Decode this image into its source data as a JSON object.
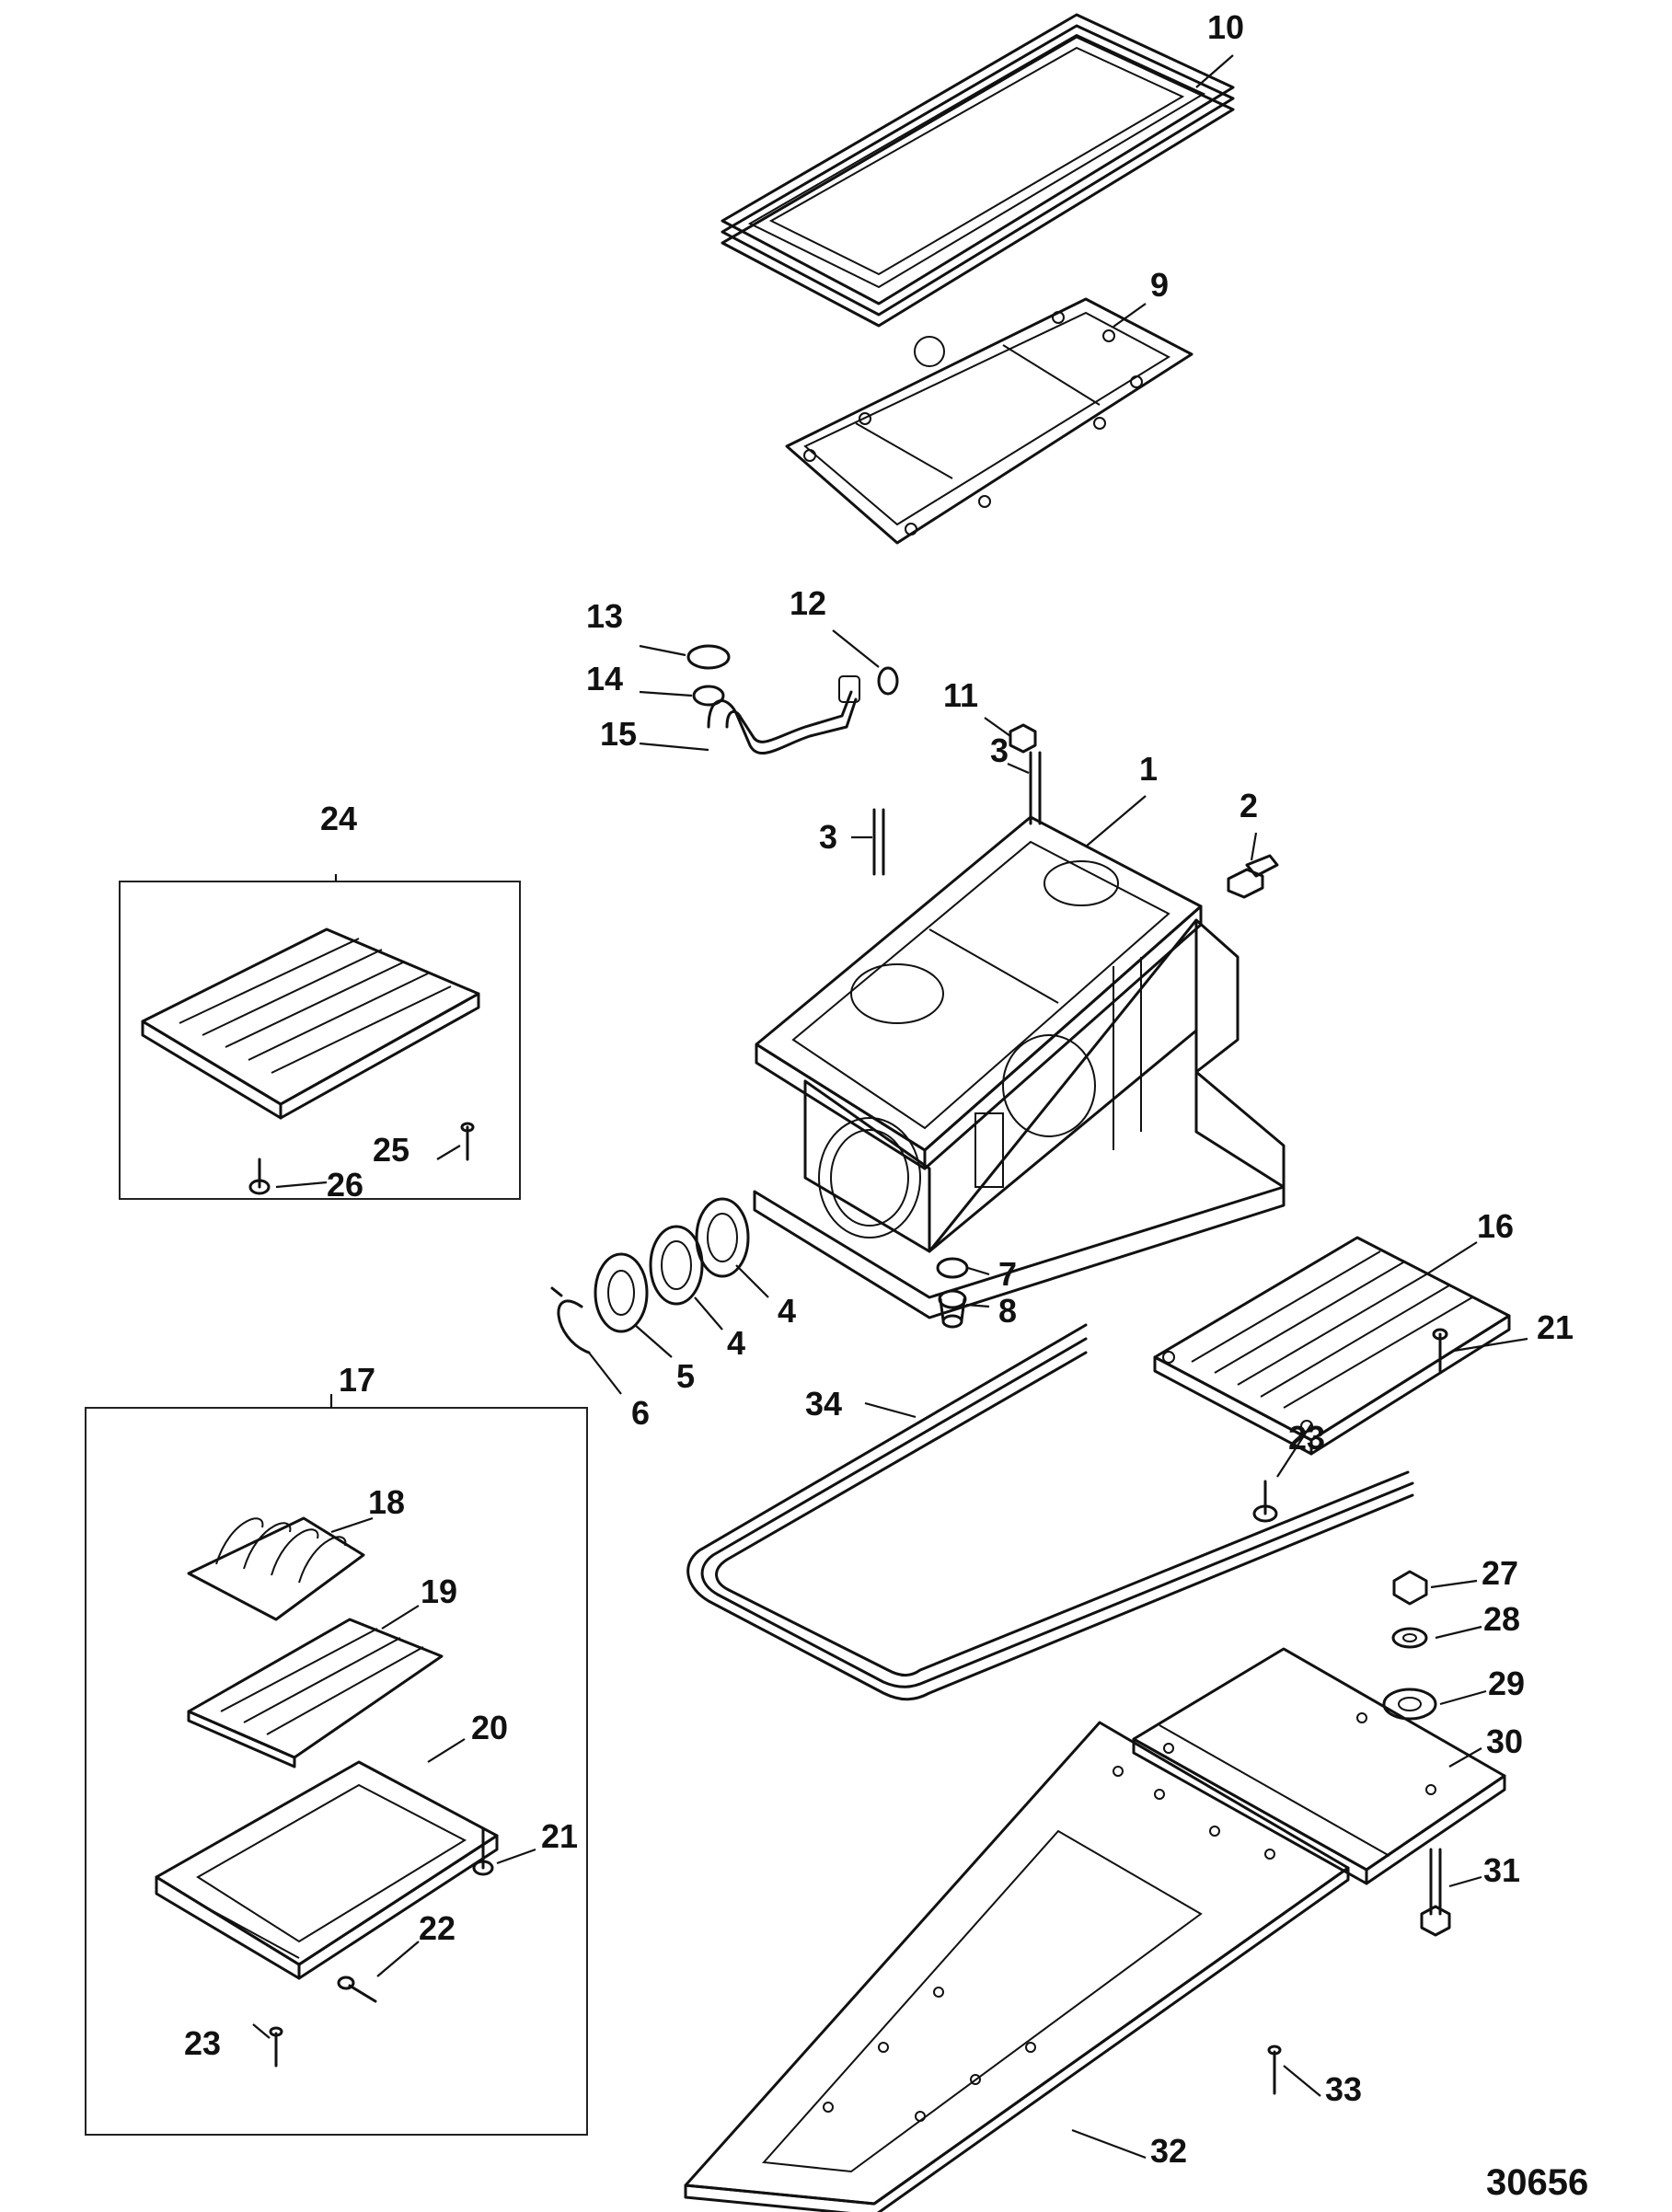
{
  "callouts": [
    {
      "n": "1"
    },
    {
      "n": "2"
    },
    {
      "n": "3"
    },
    {
      "n": "3"
    },
    {
      "n": "4"
    },
    {
      "n": "4"
    },
    {
      "n": "5"
    },
    {
      "n": "6"
    },
    {
      "n": "7"
    },
    {
      "n": "8"
    },
    {
      "n": "9"
    },
    {
      "n": "10"
    },
    {
      "n": "11"
    },
    {
      "n": "12"
    },
    {
      "n": "13"
    },
    {
      "n": "14"
    },
    {
      "n": "15"
    },
    {
      "n": "16"
    },
    {
      "n": "17"
    },
    {
      "n": "18"
    },
    {
      "n": "19"
    },
    {
      "n": "20"
    },
    {
      "n": "21"
    },
    {
      "n": "21"
    },
    {
      "n": "22"
    },
    {
      "n": "23"
    },
    {
      "n": "23"
    },
    {
      "n": "24"
    },
    {
      "n": "25"
    },
    {
      "n": "26"
    },
    {
      "n": "27"
    },
    {
      "n": "28"
    },
    {
      "n": "29"
    },
    {
      "n": "30"
    },
    {
      "n": "31"
    },
    {
      "n": "32"
    },
    {
      "n": "33"
    },
    {
      "n": "34"
    }
  ],
  "reference_number": "30656"
}
